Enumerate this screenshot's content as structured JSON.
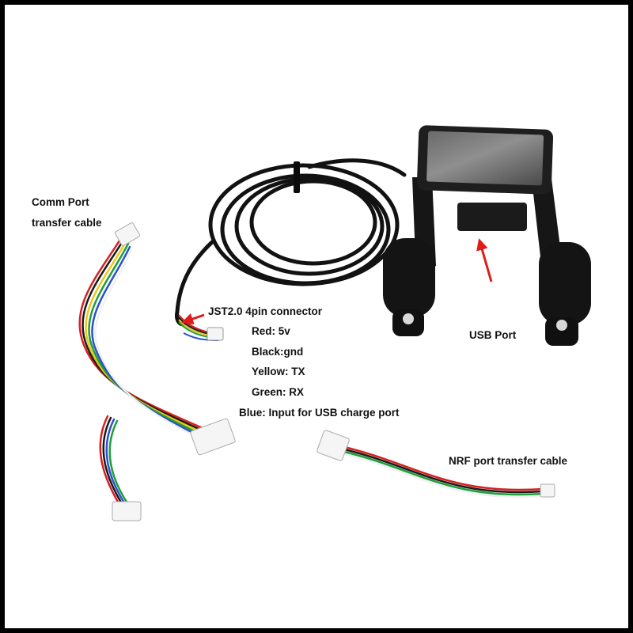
{
  "colors": {
    "frame": "#000000",
    "background": "#ffffff",
    "arrow": "#e01b1b",
    "wire_red": "#d62020",
    "wire_black": "#1a1a1a",
    "wire_yellow": "#e8c81a",
    "wire_green": "#1f9e3a",
    "wire_blue": "#2a4fd0",
    "wire_white": "#f2f2f2",
    "cable": "#121212"
  },
  "labels": {
    "comm_port_line1": "Comm Port",
    "comm_port_line2": "transfer cable",
    "jst_connector": "JST2.0 4pin connector",
    "pin_red": "Red: 5v",
    "pin_black": "Black:gnd",
    "pin_yellow": "Yellow: TX",
    "pin_green": "Green: RX",
    "pin_blue": "Blue: Input for USB charge port",
    "usb_port": "USB Port",
    "nrf_cable": "NRF port transfer cable"
  }
}
